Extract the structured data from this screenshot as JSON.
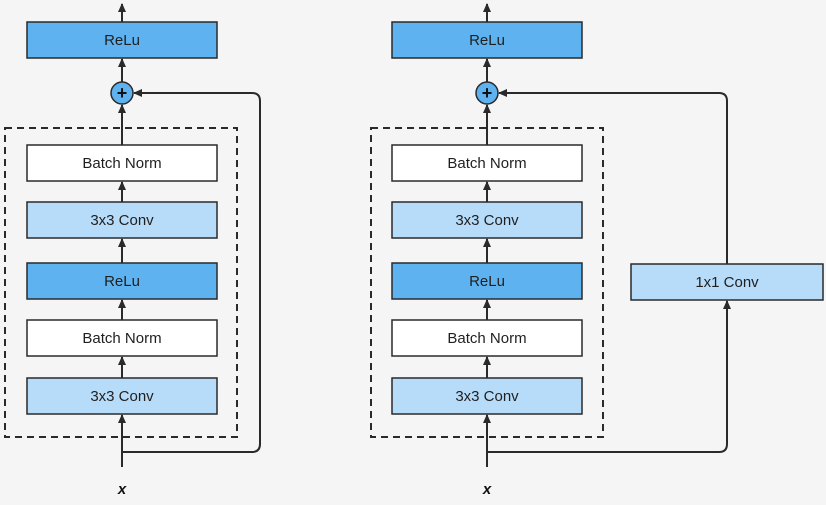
{
  "colors": {
    "background": "#f5f5f5",
    "relu_fill": "#5eb2ef",
    "conv_fill": "#b7dcfa",
    "norm_fill": "#ffffff",
    "stroke": "#2a2a2a",
    "adder_fill": "#5eb2ef"
  },
  "diagrams": {
    "left": {
      "output_relu": "ReLu",
      "adder_symbol": "+",
      "blocks": {
        "batch_norm_top": "Batch Norm",
        "conv_top": "3x3 Conv",
        "relu_mid": "ReLu",
        "batch_norm_bottom": "Batch Norm",
        "conv_bottom": "3x3 Conv"
      },
      "input_label": "x"
    },
    "right": {
      "output_relu": "ReLu",
      "adder_symbol": "+",
      "blocks": {
        "batch_norm_top": "Batch Norm",
        "conv_top": "3x3 Conv",
        "relu_mid": "ReLu",
        "batch_norm_bottom": "Batch Norm",
        "conv_bottom": "3x3 Conv"
      },
      "shortcut_conv": "1x1 Conv",
      "input_label": "x"
    }
  }
}
